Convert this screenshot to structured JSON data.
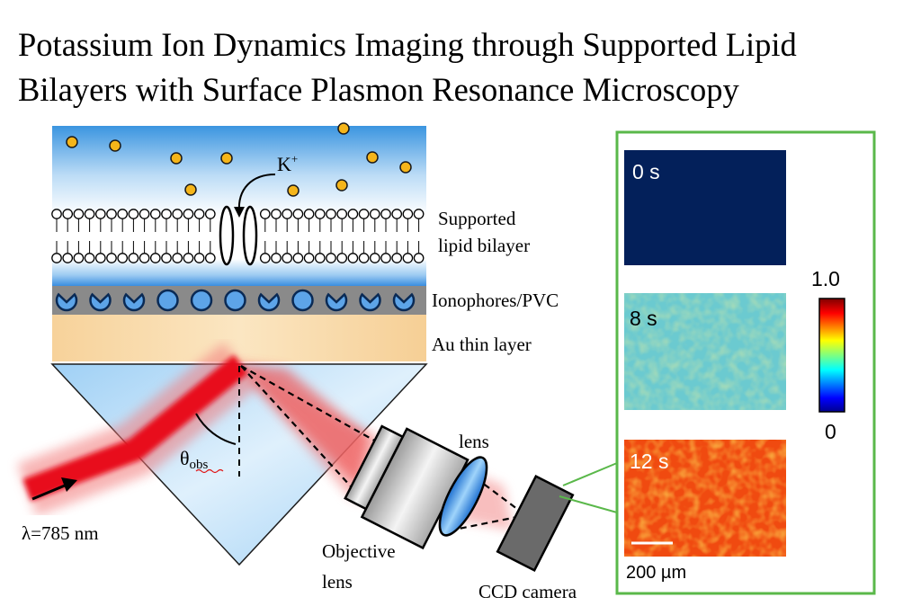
{
  "title": {
    "line1": "Potassium Ion Dynamics Imaging through Supported Lipid",
    "line2": "Bilayers with Surface Plasmon Resonance Microscopy"
  },
  "labels": {
    "ion": "K",
    "ion_charge": "+",
    "bilayer_line1": "Supported",
    "bilayer_line2": "lipid bilayer",
    "ionophores": "Ionophores/PVC",
    "au_layer": "Au thin layer",
    "theta": "θ",
    "theta_sub": "obs",
    "wavelength": "λ=785 nm",
    "lens": "lens",
    "objective_line1": "Objective",
    "objective_line2": "lens",
    "camera": "CCD camera"
  },
  "panels": [
    {
      "time": "0 s",
      "level": 0.0
    },
    {
      "time": "8 s",
      "level": 0.35
    },
    {
      "time": "12 s",
      "level": 0.9
    }
  ],
  "colorbar": {
    "max_label": "1.0",
    "min_label": "0"
  },
  "scalebar": {
    "label": "200 µm"
  },
  "colors": {
    "frame_green": "#5ab84a",
    "ion_fill": "#f5b51a",
    "beam_red": "#e8101a",
    "panel_dark": "#03205a"
  }
}
